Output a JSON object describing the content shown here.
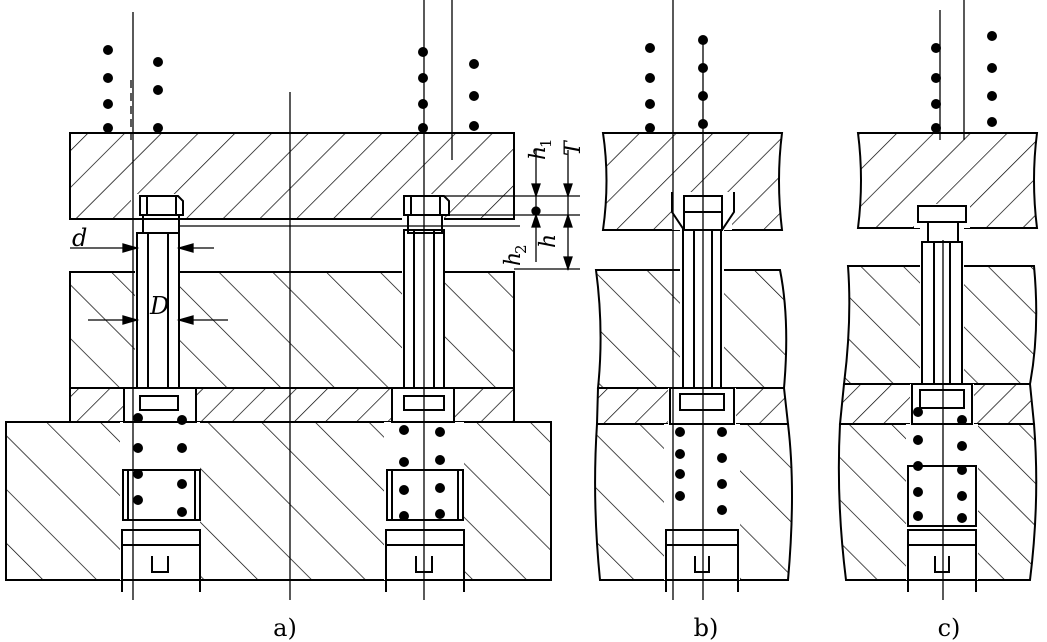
{
  "figure": {
    "colors": {
      "ink": "#000000",
      "paper": "#ffffff"
    },
    "panels": [
      {
        "id": "a",
        "caption": "a)"
      },
      {
        "id": "b",
        "caption": "b)"
      },
      {
        "id": "c",
        "caption": "c)"
      }
    ],
    "dimensions": {
      "d": "d",
      "D": "D",
      "h1": "h",
      "h1_sub": "1",
      "h2": "h",
      "h2_sub": "2",
      "h": "h",
      "T": "T"
    }
  }
}
